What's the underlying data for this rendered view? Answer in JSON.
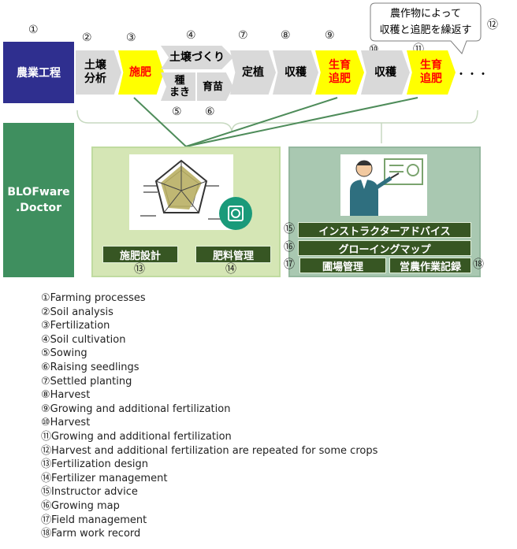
{
  "left_labels": {
    "farming_process": "農業工程",
    "blofware": "BLOFware\n.Doctor"
  },
  "steps": [
    {
      "num": "①"
    },
    {
      "num": "②",
      "label": "土壌\n分析"
    },
    {
      "num": "③",
      "label": "施肥"
    },
    {
      "num": "④",
      "label": "土壌づくり"
    },
    {
      "num": "⑤",
      "label": "種\nまき"
    },
    {
      "num": "⑥",
      "label": "育苗"
    },
    {
      "num": "⑦",
      "label": "定植"
    },
    {
      "num": "⑧",
      "label": "収穫"
    },
    {
      "num": "⑨",
      "label": "生育\n追肥"
    },
    {
      "num": "⑩",
      "label": "収穫"
    },
    {
      "num": "⑪",
      "label": "生育\n追肥"
    },
    {
      "num": "⑫"
    }
  ],
  "ellipsis": "・・・",
  "callout": "農作物によって\n収穫と追肥を繰返す",
  "tools_left": [
    {
      "num": "⑬",
      "label": "施肥設計"
    },
    {
      "num": "⑭",
      "label": "肥料管理"
    }
  ],
  "tools_right": [
    {
      "num": "⑮",
      "label": "インストラクターアドバイス"
    },
    {
      "num": "⑯",
      "label": "グローイングマップ"
    },
    {
      "num": "⑰",
      "label": "圃場管理"
    },
    {
      "num": "⑱",
      "label": "営農作業記録"
    }
  ],
  "legend": [
    "①Farming processes",
    "②Soil analysis",
    "③Fertilization",
    "④Soil cultivation",
    "⑤Sowing",
    "⑥Raising seedlings",
    "⑦Settled planting",
    "⑧Harvest",
    "⑨Growing and additional fertilization",
    "⑩Harvest",
    "⑪Growing and additional fertilization",
    "⑫Harvest and additional fertilization are repeated for some crops",
    "⑬Fertilization design",
    "⑭Fertilizer management",
    "⑮Instructor advice",
    "⑯Growing map",
    "⑰Field management",
    "⑱Farm work record"
  ],
  "colors": {
    "navy": "#2f2f8f",
    "green_dark": "#3f8f5f",
    "green_light": "#d5e6b5",
    "green_gray": "#a9c8b1",
    "bar": "#375623",
    "yellow": "#ffff00",
    "red": "#ff0000",
    "gray": "#d9d9d9"
  }
}
